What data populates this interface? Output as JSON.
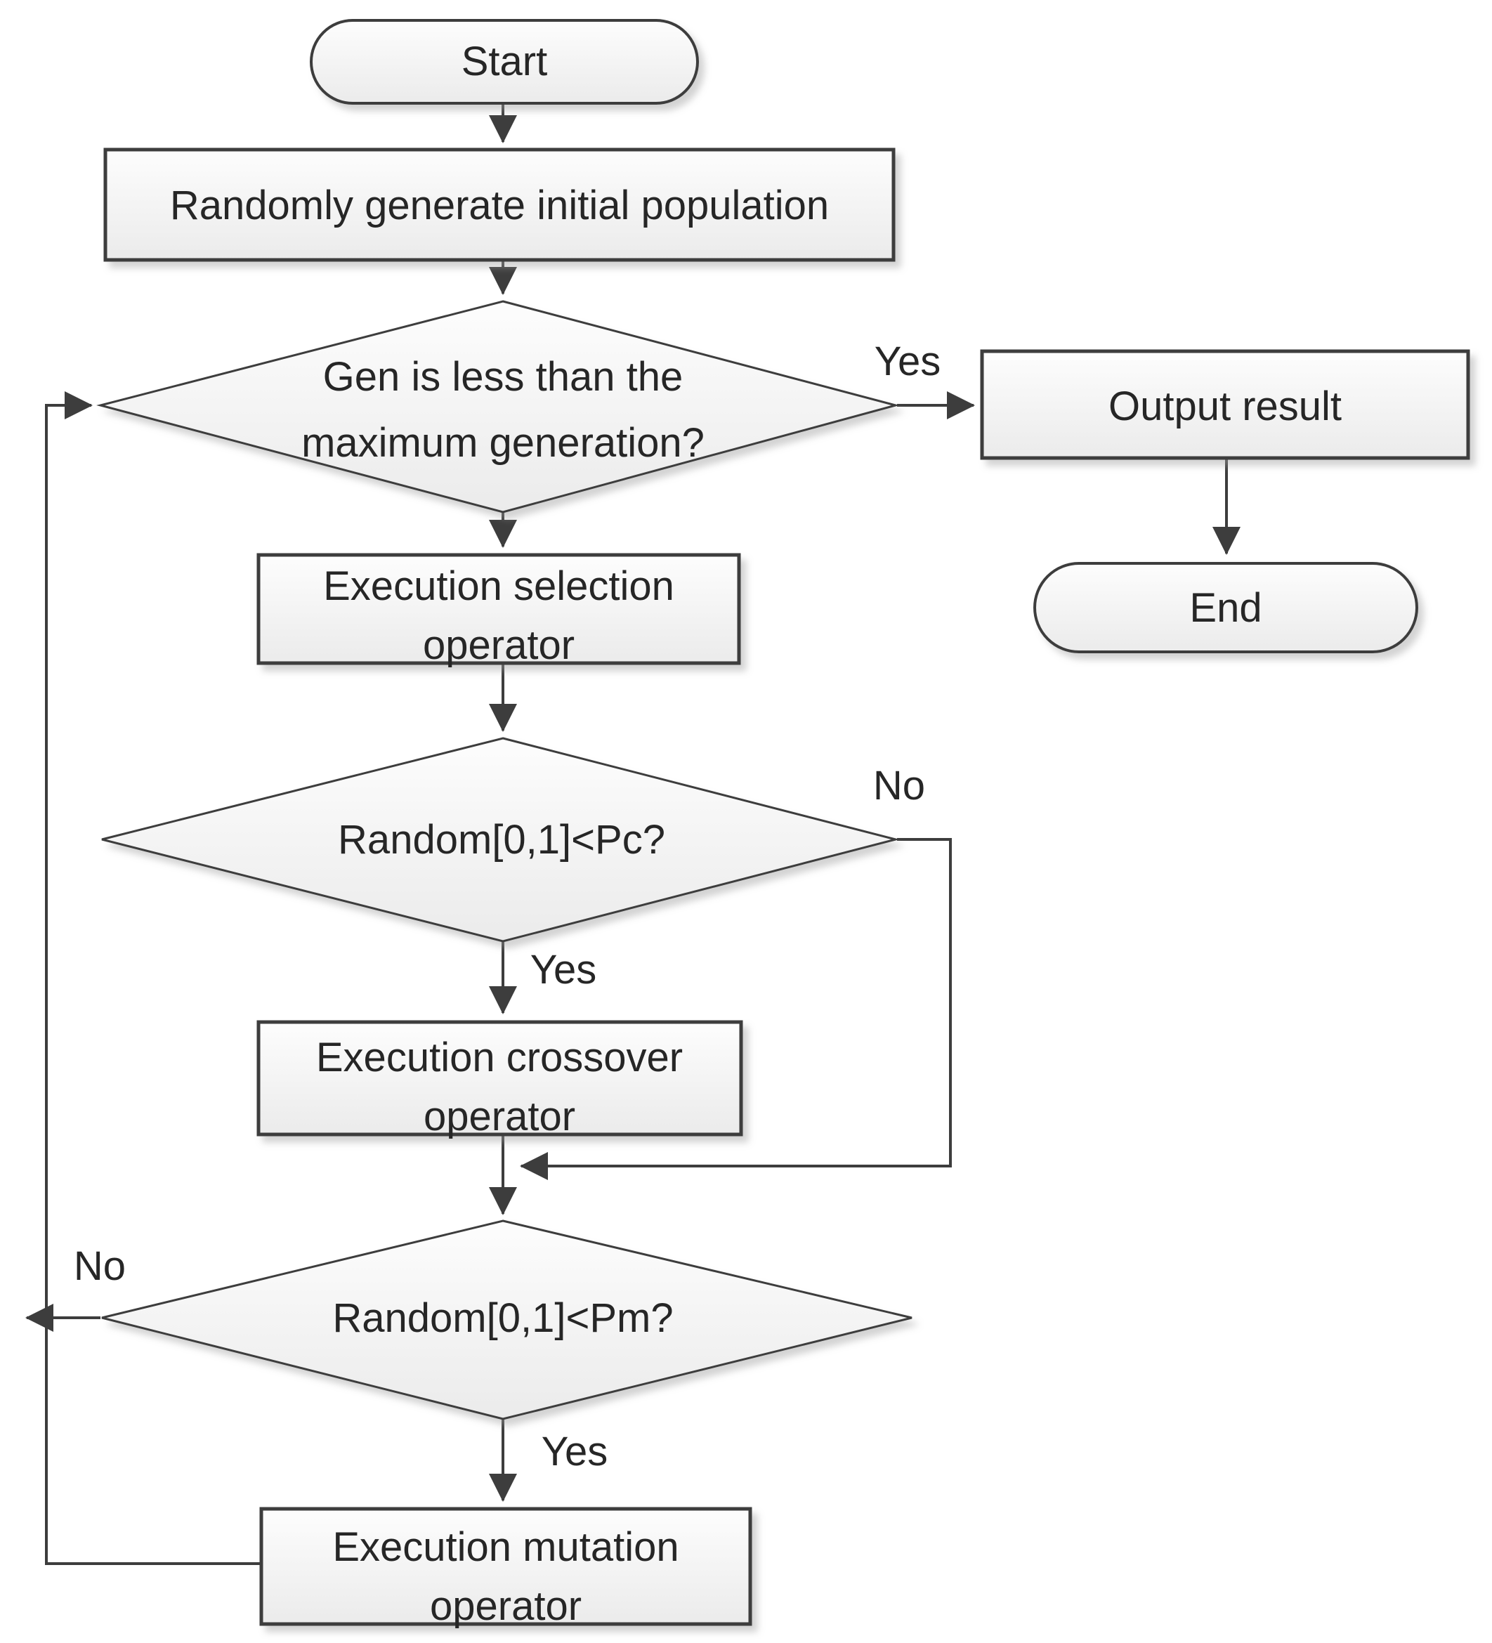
{
  "colors": {
    "stroke": "#3d3d3d",
    "text": "#262626",
    "fill_top": "#fdfdfd",
    "fill_bottom": "#ebebeb",
    "background": "#ffffff"
  },
  "nodes": {
    "start": {
      "label": "Start"
    },
    "init": {
      "label": "Randomly generate initial population"
    },
    "gen_check": {
      "line1": "Gen is less than the",
      "line2": "maximum generation?"
    },
    "output": {
      "label": "Output result"
    },
    "end": {
      "label": "End"
    },
    "selection": {
      "line1": "Execution selection",
      "line2": "operator"
    },
    "pc_check": {
      "label": "Random[0,1]<Pc?"
    },
    "crossover": {
      "line1": "Execution crossover",
      "line2": "operator"
    },
    "pm_check": {
      "label": "Random[0,1]<Pm?"
    },
    "mutation": {
      "line1": "Execution mutation",
      "line2": "operator"
    }
  },
  "edge_labels": {
    "gen_yes": "Yes",
    "pc_no": "No",
    "pc_yes": "Yes",
    "pm_no": "No",
    "pm_yes": "Yes"
  }
}
